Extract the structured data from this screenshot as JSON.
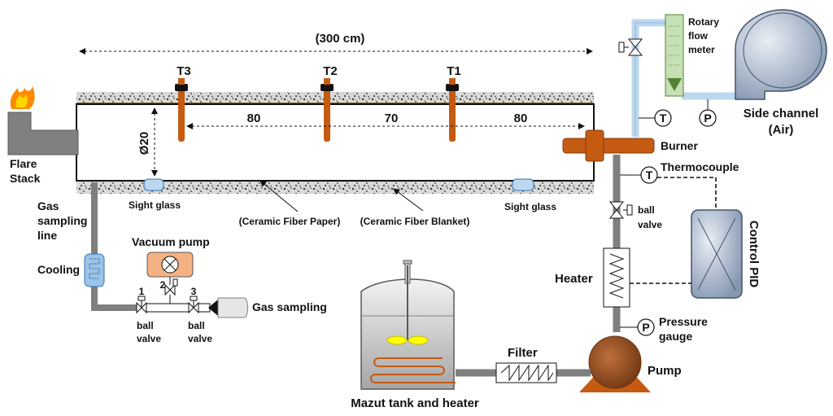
{
  "dimension": {
    "length": "(300 cm)",
    "diameter": "Ø20"
  },
  "thermocouples": {
    "t1": "T1",
    "t2": "T2",
    "t3": "T3"
  },
  "spacings": {
    "s1": "80",
    "s2": "70",
    "s3": "80"
  },
  "labels": {
    "flare_stack_1": "Flare",
    "flare_stack_2": "Stack",
    "gas_sampling_line_1": "Gas",
    "gas_sampling_line_2": "sampling",
    "gas_sampling_line_3": "line",
    "cooling": "Cooling",
    "vacuum_pump": "Vacuum pump",
    "valve_1": "1",
    "valve_2": "2",
    "valve_3": "3",
    "ball_valve_left_1": "ball",
    "ball_valve_left_2": "valve",
    "ball_valve_mid_1": "ball",
    "ball_valve_mid_2": "valve",
    "gas_sampling": "Gas sampling",
    "sight_glass_left": "Sight glass",
    "sight_glass_right": "Sight glass",
    "ceramic_paper": "(Ceramic Fiber Paper)",
    "ceramic_blanket": "(Ceramic Fiber Blanket)",
    "rotary_1": "Rotary",
    "rotary_2": "flow",
    "rotary_3": "meter",
    "side_channel_1": "Side channel",
    "side_channel_2": "(Air)",
    "t_symbol_1": "T",
    "t_symbol_2": "T",
    "p_symbol_1": "P",
    "p_symbol_2": "P",
    "burner": "Burner",
    "thermocouple": "Thermocouple",
    "ball_valve_right_1": "ball",
    "ball_valve_right_2": "valve",
    "control_pid": "Control PID",
    "heater": "Heater",
    "pressure_gauge_1": "Pressure",
    "pressure_gauge_2": "gauge",
    "filter": "Filter",
    "pump": "Pump",
    "mazut_tank": "Mazut tank and heater"
  },
  "colors": {
    "pipe_gray": "#7f7f7f",
    "air_pipe": "#bdd7ee",
    "burner_orange": "#c55a11",
    "flame_orange": "#ff8c00",
    "cooling_blue": "#9dc3e6",
    "pump_brown": "#a0522d",
    "flow_meter_green": "#c5e0b4"
  }
}
